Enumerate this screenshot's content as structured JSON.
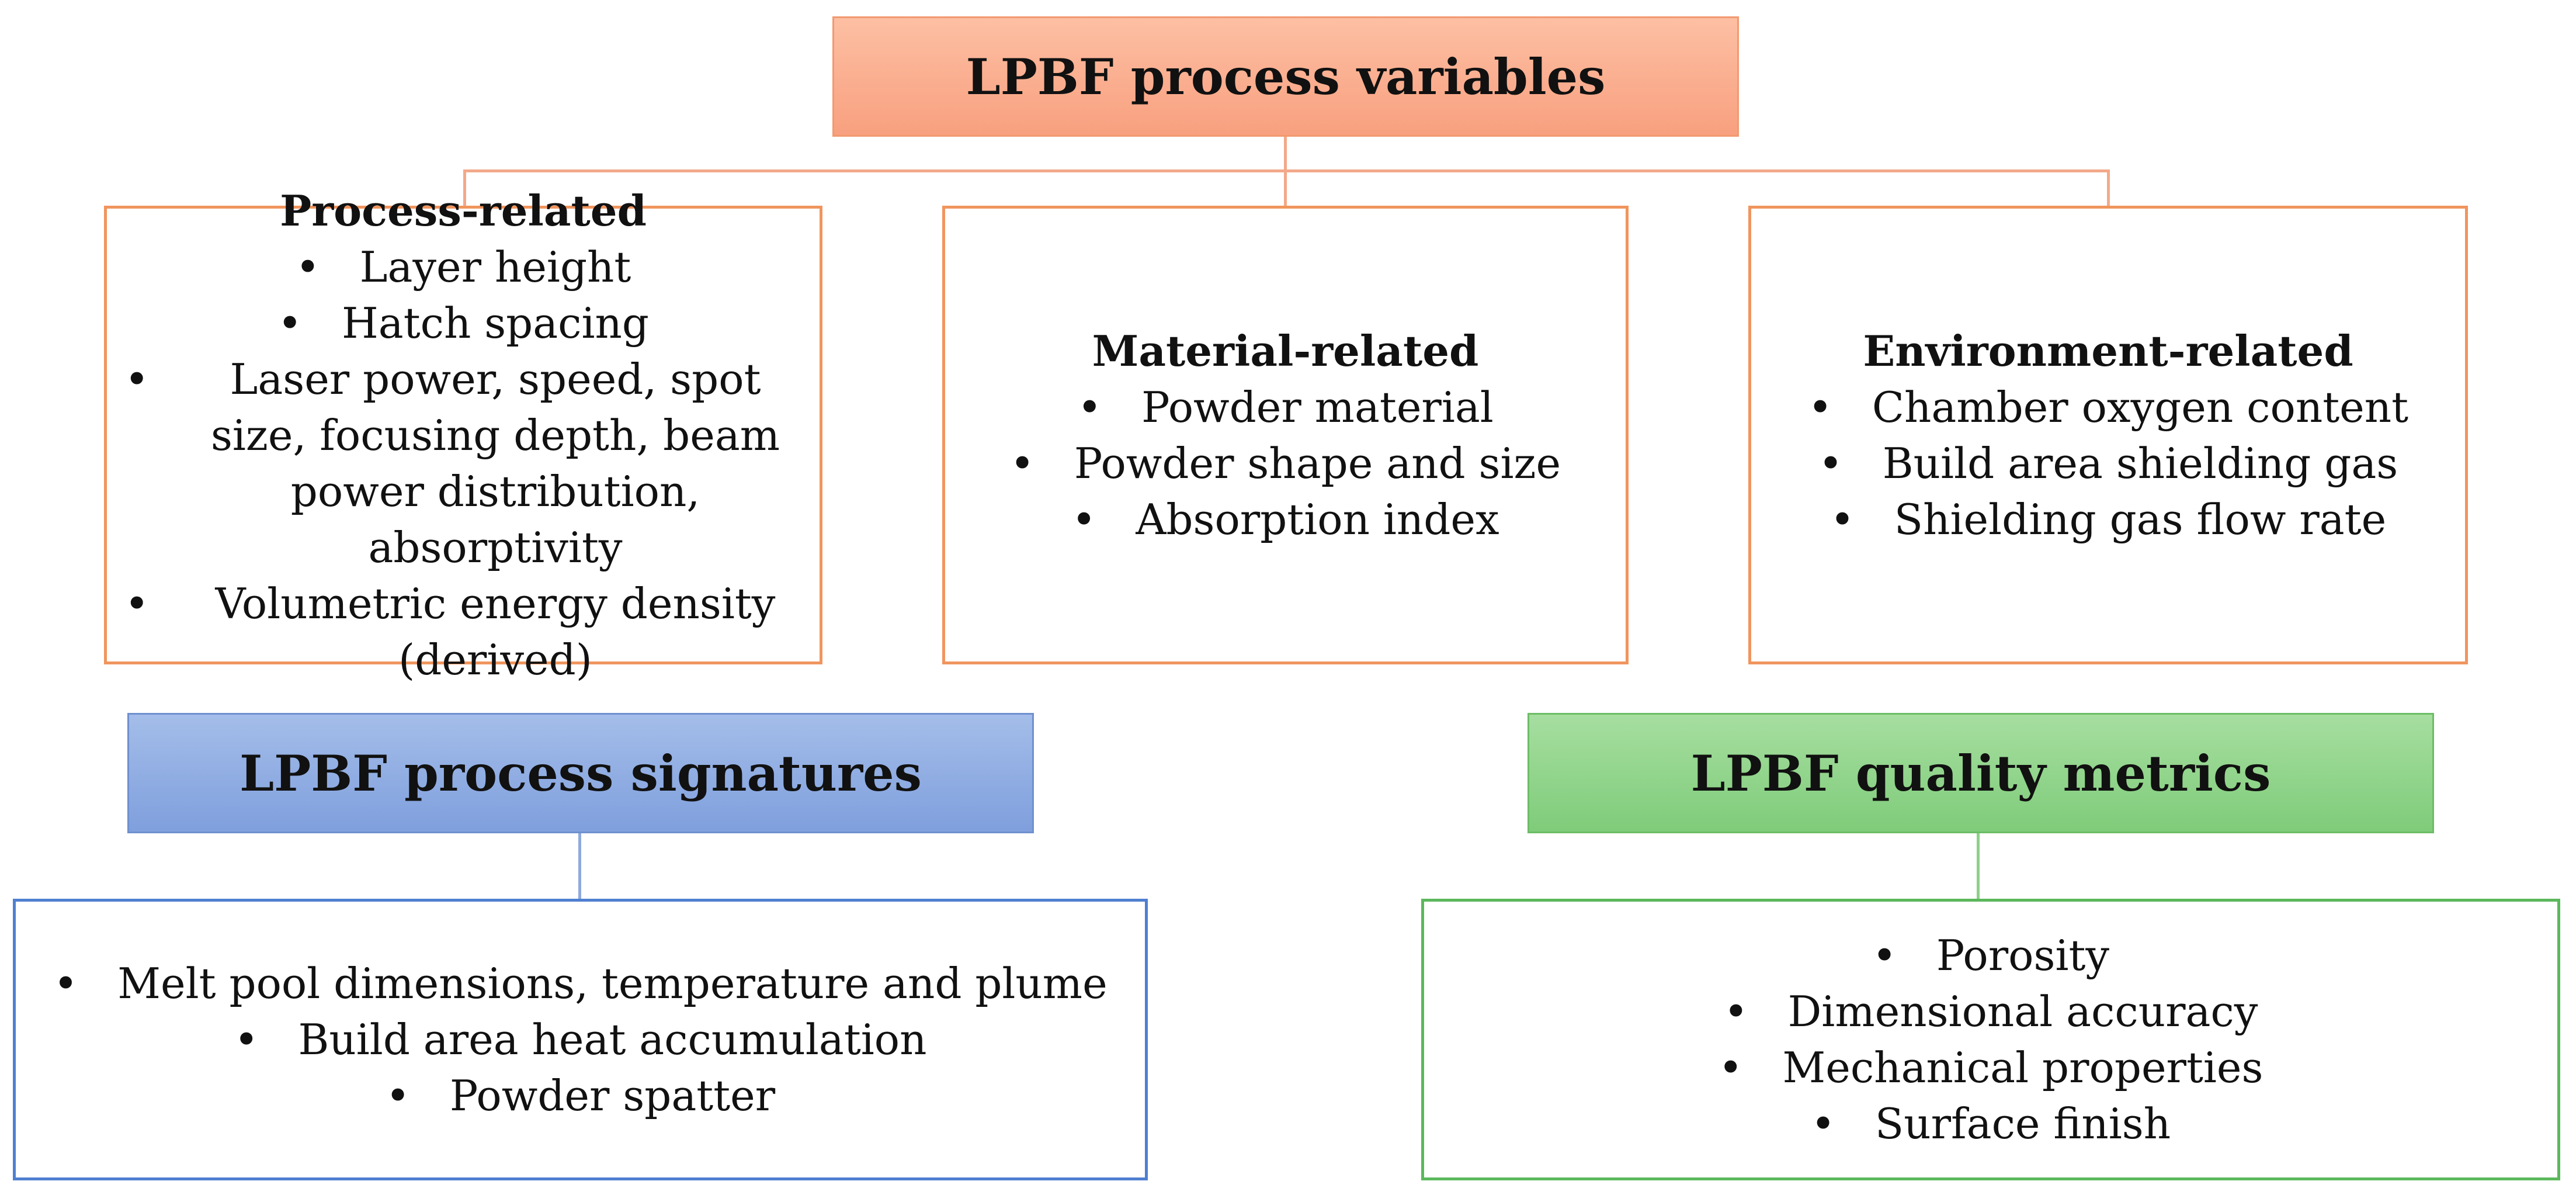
{
  "variables": {
    "title": "LPBF process variables",
    "process": {
      "title": "Process-related",
      "items": [
        "Layer height",
        "Hatch spacing",
        "Laser power, speed, spot size, focusing depth, beam power distribution, absorptivity",
        "Volumetric energy density (derived)"
      ]
    },
    "material": {
      "title": "Material-related",
      "items": [
        "Powder material",
        "Powder shape and size",
        "Absorption index"
      ]
    },
    "environment": {
      "title": "Environment-related",
      "items": [
        "Chamber oxygen content",
        "Build area shielding gas",
        "Shielding gas flow rate"
      ]
    }
  },
  "signatures": {
    "title": "LPBF process signatures",
    "items": [
      "Melt pool dimensions, temperature and plume",
      "Build area heat accumulation",
      "Powder spatter"
    ]
  },
  "quality": {
    "title": "LPBF quality metrics",
    "items": [
      "Porosity",
      "Dimensional accuracy",
      "Mechanical properties",
      "Surface finish"
    ]
  },
  "bullet": "•",
  "colors": {
    "orange": "#f29a70",
    "blue": "#4f7fd0",
    "green": "#5cb85c"
  }
}
